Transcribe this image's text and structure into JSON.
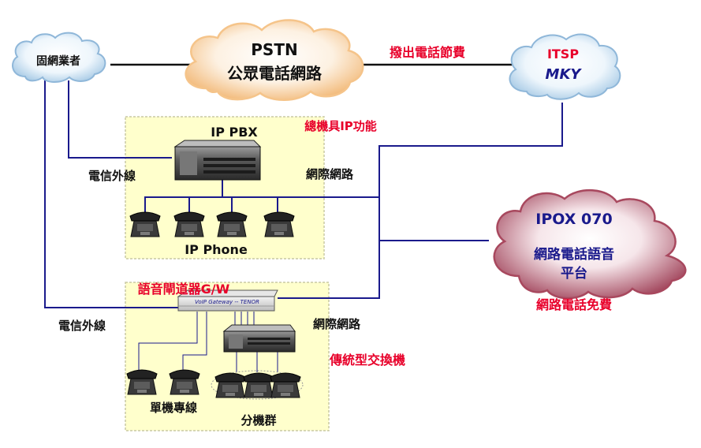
{
  "clouds": {
    "carrier": "固網業者",
    "pstn_title": "PSTN",
    "pstn_subtitle": "公眾電話網路",
    "itsp_title": "ITSP",
    "itsp_subtitle": "MKY",
    "ipox_title": "IPOX 070",
    "ipox_line1": "網路電話語音",
    "ipox_line2": "平台"
  },
  "labels": {
    "outbound_fee": "撥出電話節費",
    "pbx_ip_function": "總機具IP功能",
    "ip_pbx": "IP PBX",
    "telecom_line_top": "電信外線",
    "internet_top": "網際網路",
    "ip_phone": "IP Phone",
    "voip_gateway": "語音閘道器G/W",
    "gateway_device_text": "VoIP Gateway -- TENOR",
    "telecom_line_bottom": "電信外線",
    "internet_bottom": "網際網路",
    "traditional_pbx": "傳統型交換機",
    "single_line": "單機專線",
    "extension_group": "分機群",
    "free_calls": "網路電話免費"
  },
  "colors": {
    "zone_fill": "#ffffcc",
    "zone_border": "#c9c9a3",
    "line_blue": "#1a1a8c",
    "accent_red": "#e8002a",
    "cloud_blue_edge": "#8fb7d9",
    "cloud_orange": "#f5c48a",
    "cloud_maroon": "#a8485e"
  }
}
